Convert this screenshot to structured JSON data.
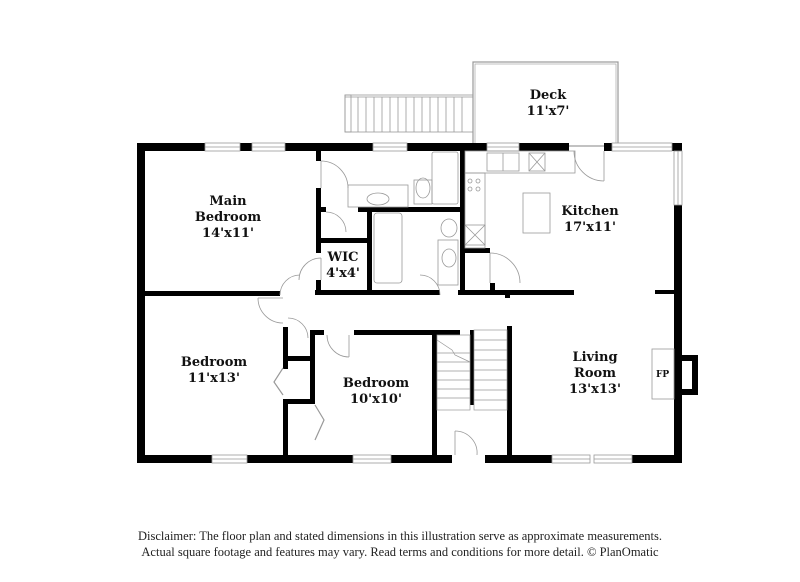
{
  "rooms": {
    "deck": {
      "name": "Deck",
      "dims": "11'x7'"
    },
    "main_bedroom": {
      "name_line1": "Main",
      "name_line2": "Bedroom",
      "dims": "14'x11'"
    },
    "wic": {
      "name": "WIC",
      "dims": "4'x4'"
    },
    "kitchen": {
      "name": "Kitchen",
      "dims": "17'x11'"
    },
    "bedroom_left": {
      "name": "Bedroom",
      "dims": "11'x13'"
    },
    "bedroom_center": {
      "name": "Bedroom",
      "dims": "10'x10'"
    },
    "living_room": {
      "name_line1": "Living",
      "name_line2": "Room",
      "dims": "13'x13'"
    }
  },
  "fireplace": {
    "label": "FP"
  },
  "disclaimer": {
    "line1": "Disclaimer: The floor plan and stated dimensions in this illustration serve as approximate measurements.",
    "line2": "Actual square footage and features may vary. Read terms and conditions for more detail. © PlanOmatic"
  },
  "colors": {
    "wall": "#000000",
    "fixture": "#999999",
    "background": "#ffffff"
  }
}
